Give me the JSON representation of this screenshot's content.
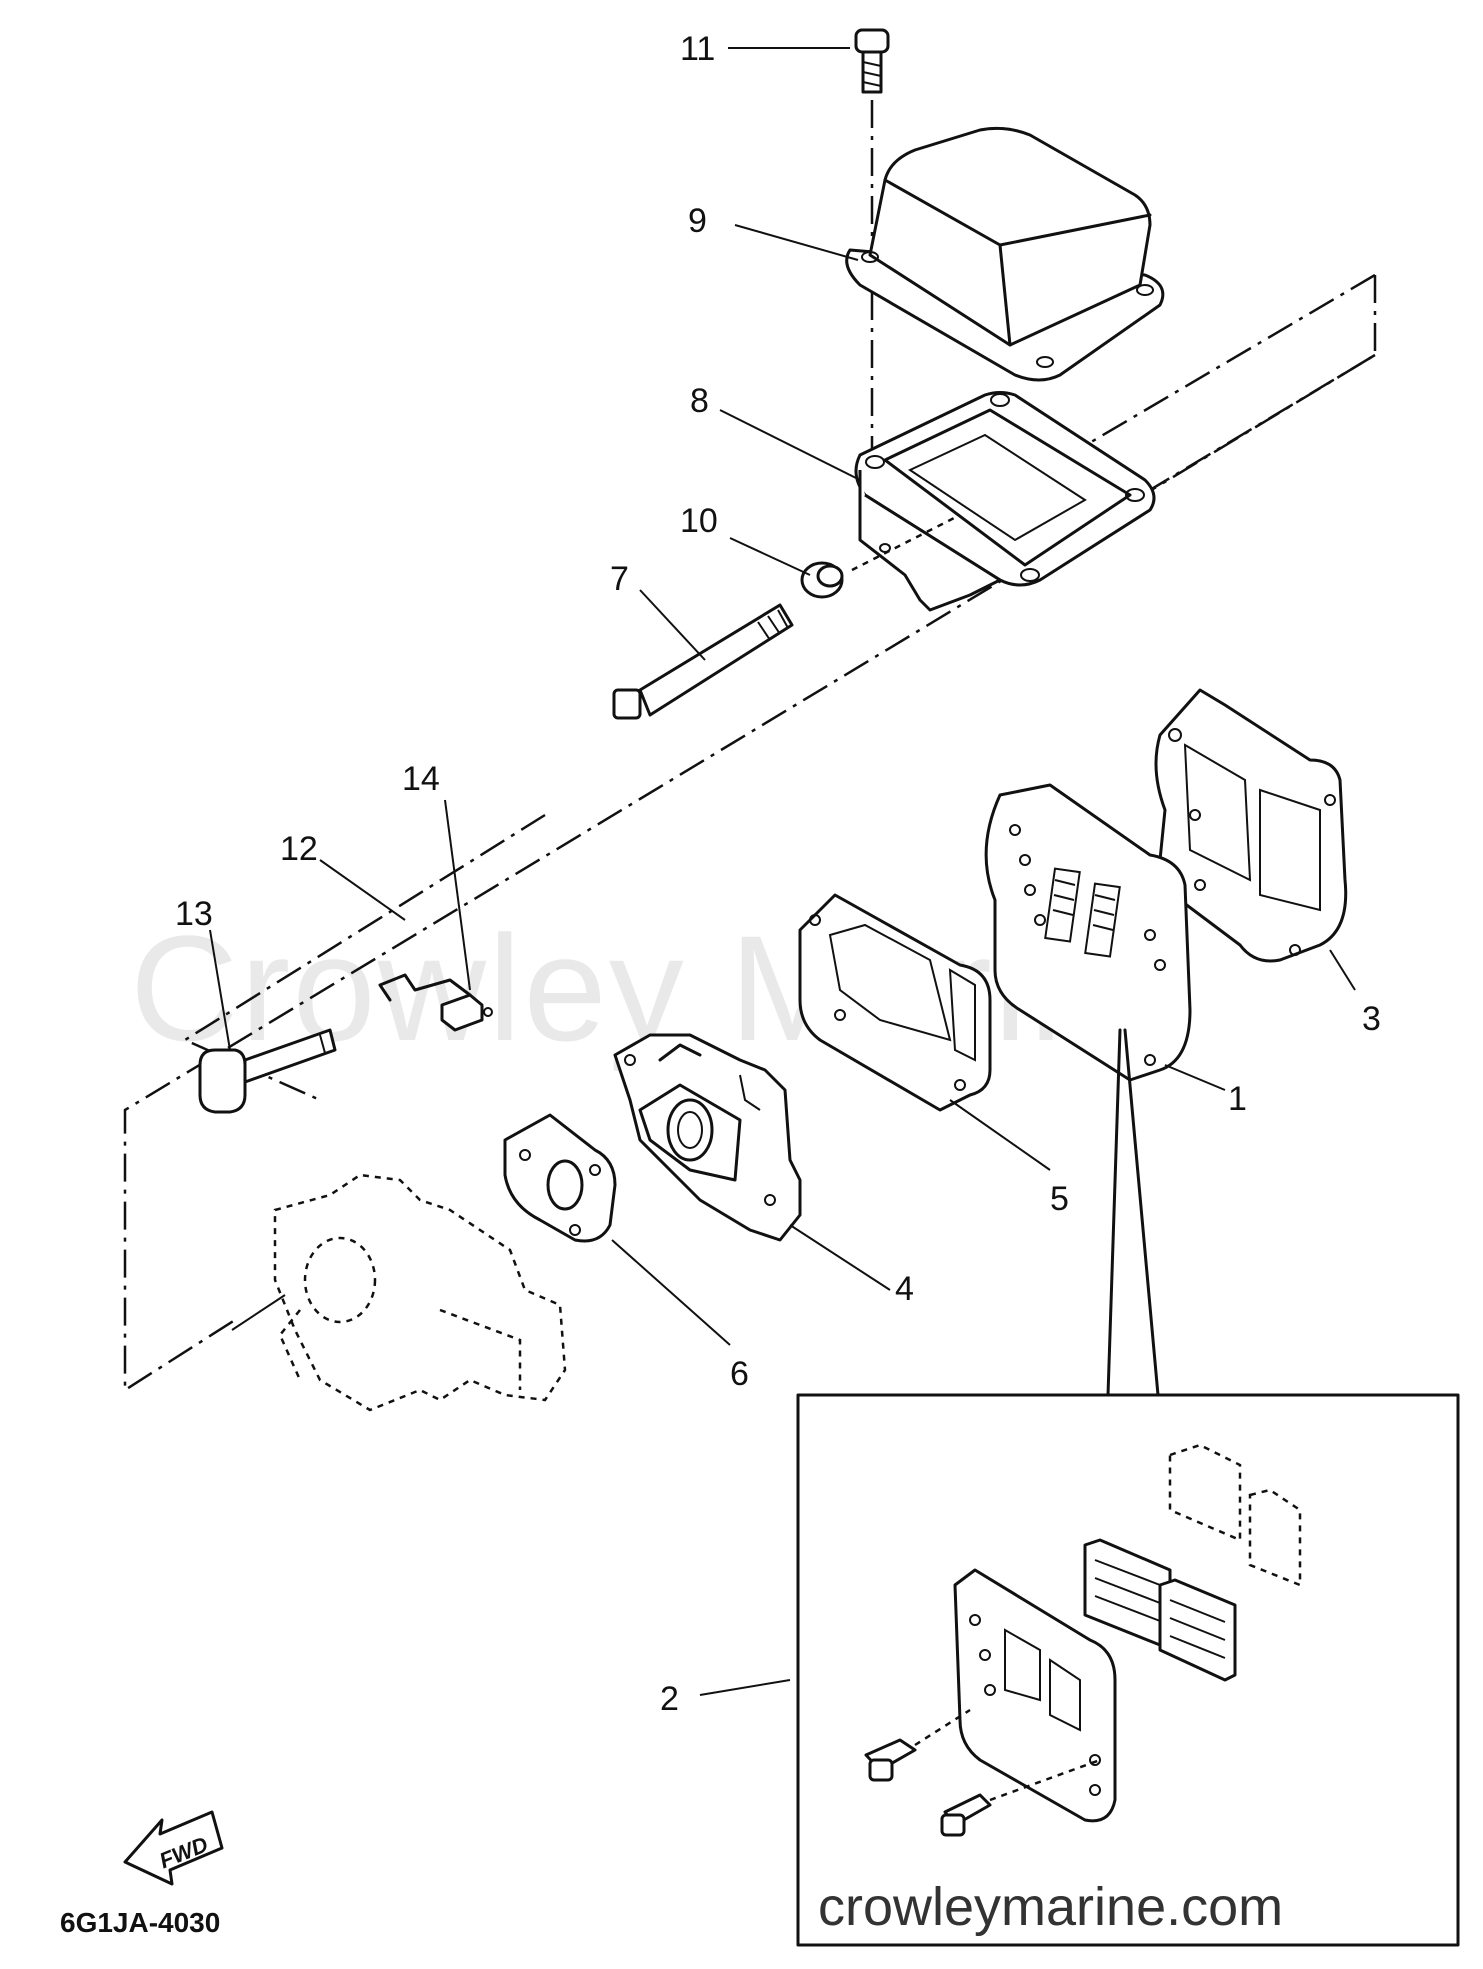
{
  "watermark": "Crowley Marine",
  "website": "crowleymarine.com",
  "diagram_code": "6G1JA-4030",
  "direction_label": "FWD",
  "callouts": [
    "1",
    "2",
    "3",
    "4",
    "5",
    "6",
    "7",
    "8",
    "9",
    "10",
    "11",
    "12",
    "13",
    "14"
  ]
}
